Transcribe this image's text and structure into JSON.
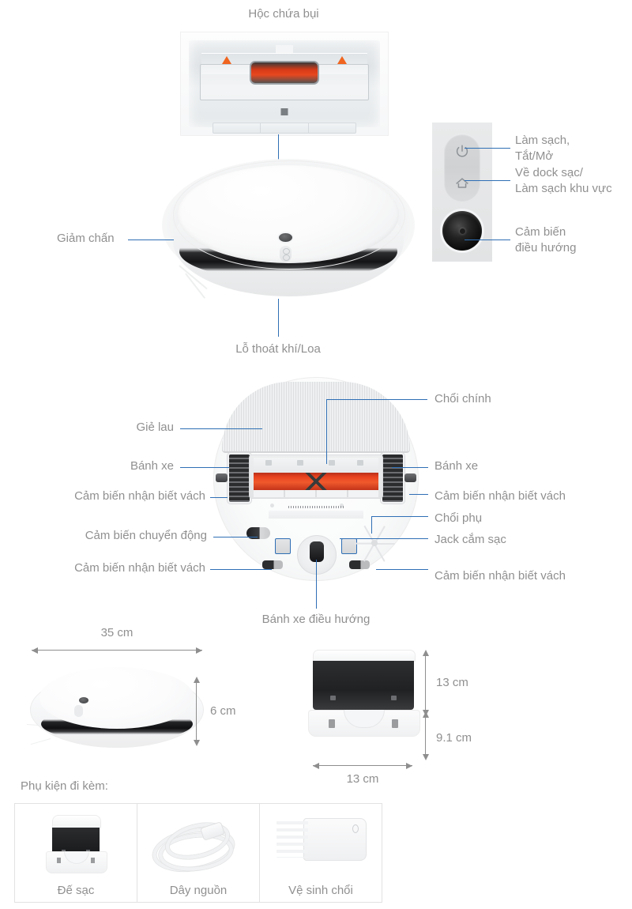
{
  "colors": {
    "label_text": "#909090",
    "leader_line": "#2f6fb5",
    "dimension_line": "#8e8e8e",
    "accent_orange": "#f0651f",
    "brush_red": "#e8431f"
  },
  "top_section": {
    "dustbin_label": "Hộc chứa bụi"
  },
  "control_panel": {
    "items": [
      {
        "icon": "power-icon",
        "label": "Làm sạch,\nTắt/Mở",
        "line1": "Làm sạch,",
        "line2": "Tắt/Mở"
      },
      {
        "icon": "home-icon",
        "label": "Về dock sạc/\nLàm sạch khu vực",
        "line1": "Về dock sạc/",
        "line2": "Làm sạch khu vực"
      },
      {
        "icon": "navigation-sensor-icon",
        "label": "Cảm biến\nđiều hướng",
        "line1": "Cảm biến",
        "line2": "điều hướng"
      }
    ]
  },
  "top_view": {
    "bumper_label": "Giảm chấn",
    "vent_label": "Lỗ thoát khí/Loa"
  },
  "bottom_view": {
    "mop_label": "Giẻ lau",
    "main_brush_label": "Chổi chính",
    "wheel_left_label": "Bánh xe",
    "wheel_right_label": "Bánh xe",
    "cliff_sensor_left_upper": "Cảm biến nhận biết vách",
    "cliff_sensor_right_upper": "Cảm biến nhận biết vách",
    "motion_sensor_label": "Cảm biến chuyển động",
    "side_brush_label": "Chổi phụ",
    "charging_jack_label": "Jack cắm sạc",
    "cliff_sensor_left_lower": "Cảm biến nhận biết vách",
    "cliff_sensor_right_lower": "Cảm biến nhận biết vách",
    "castor_label": "Bánh xe điều hướng"
  },
  "dimensions": {
    "robot_width": "35 cm",
    "robot_height": "6 cm",
    "dock_height_upper": "13 cm",
    "dock_height_lower": "9.1 cm",
    "dock_width": "13 cm"
  },
  "accessories": {
    "title": "Phụ kiện đi kèm:",
    "items": [
      {
        "name": "charging-dock",
        "label": "Đế sạc"
      },
      {
        "name": "power-cable",
        "label": "Dây nguồn"
      },
      {
        "name": "brush-cleaning-tool",
        "label": "Vệ sinh chổi"
      }
    ]
  }
}
